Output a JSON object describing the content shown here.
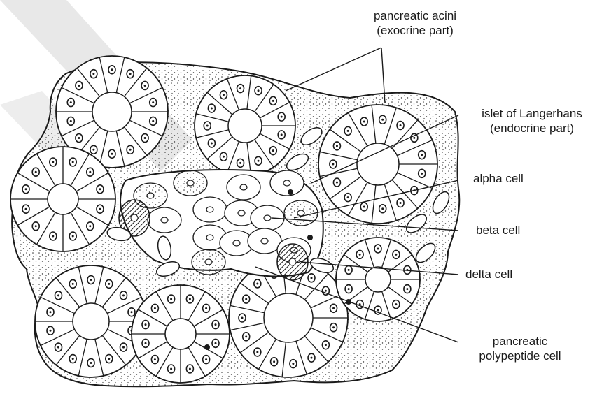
{
  "labels": {
    "acini_line1": "pancreatic acini",
    "acini_line2": "(exocrine part)",
    "islet_line1": "islet of Langerhans",
    "islet_line2": "(endocrine part)",
    "alpha": "alpha cell",
    "beta": "beta cell",
    "delta": "delta cell",
    "pp_line1": "pancreatic",
    "pp_line2": "polypeptide cell"
  },
  "colors": {
    "ink": "#1a1a1a",
    "watermark": "#e6e6e6",
    "tissue_fill": "#ffffff"
  }
}
